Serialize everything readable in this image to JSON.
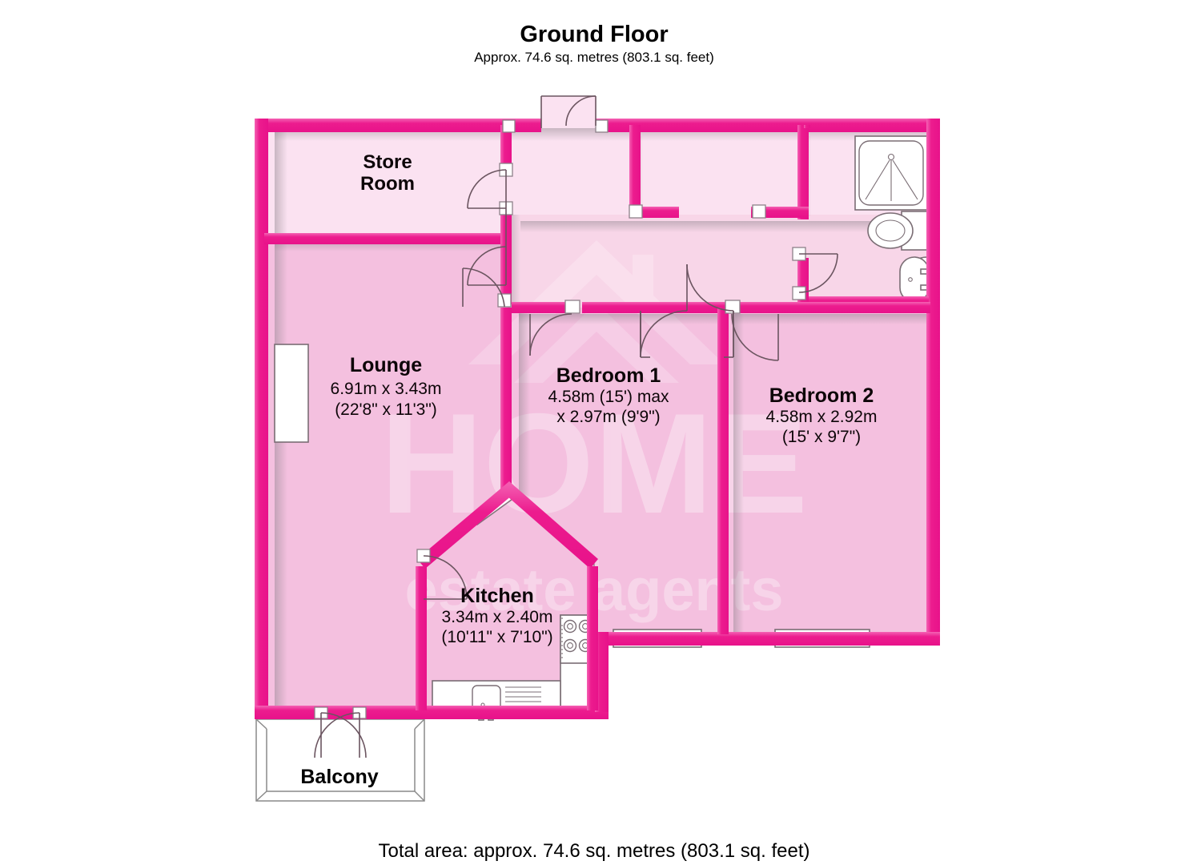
{
  "header": {
    "title": "Ground Floor",
    "subtitle": "Approx. 74.6 sq. metres (803.1 sq. feet)"
  },
  "footer": {
    "total_area": "Total area: approx. 74.6 sq. metres (803.1 sq. feet)"
  },
  "watermark": {
    "line1": "HOME",
    "line2": "estate agents"
  },
  "colors": {
    "wall": "#ec2b93",
    "wall_dark": "#d8117f",
    "room_fill": "#f4c0df",
    "room_fill_light": "#fbe2f1",
    "hall_fill": "#f6cde5",
    "text": "#0d0508",
    "background": "#ffffff"
  },
  "rooms": [
    {
      "id": "store-room",
      "name": "Store Room",
      "name_line1": "Store",
      "name_line2": "Room",
      "dim_metric": "",
      "dim_imperial": ""
    },
    {
      "id": "lounge",
      "name": "Lounge",
      "dim_metric": "6.91m x 3.43m",
      "dim_imperial": "(22'8\" x 11'3\")"
    },
    {
      "id": "bedroom-1",
      "name": "Bedroom 1",
      "dim_metric": "4.58m (15') max",
      "dim_imperial": "x 2.97m (9'9\")"
    },
    {
      "id": "bedroom-2",
      "name": "Bedroom 2",
      "dim_metric": "4.58m x 2.92m",
      "dim_imperial": "(15' x 9'7\")"
    },
    {
      "id": "kitchen",
      "name": "Kitchen",
      "dim_metric": "3.34m x 2.40m",
      "dim_imperial": "(10'11\" x 7'10\")"
    },
    {
      "id": "balcony",
      "name": "Balcony",
      "dim_metric": "",
      "dim_imperial": ""
    }
  ],
  "fixtures": [
    {
      "id": "shower-tray",
      "label": "shower-tray"
    },
    {
      "id": "toilet",
      "label": "toilet"
    },
    {
      "id": "wash-basin",
      "label": "wash-basin"
    },
    {
      "id": "hob",
      "label": "kitchen-hob"
    },
    {
      "id": "sink",
      "label": "kitchen-sink"
    },
    {
      "id": "counter",
      "label": "kitchen-counter"
    },
    {
      "id": "radiator",
      "label": "lounge-radiator"
    }
  ]
}
